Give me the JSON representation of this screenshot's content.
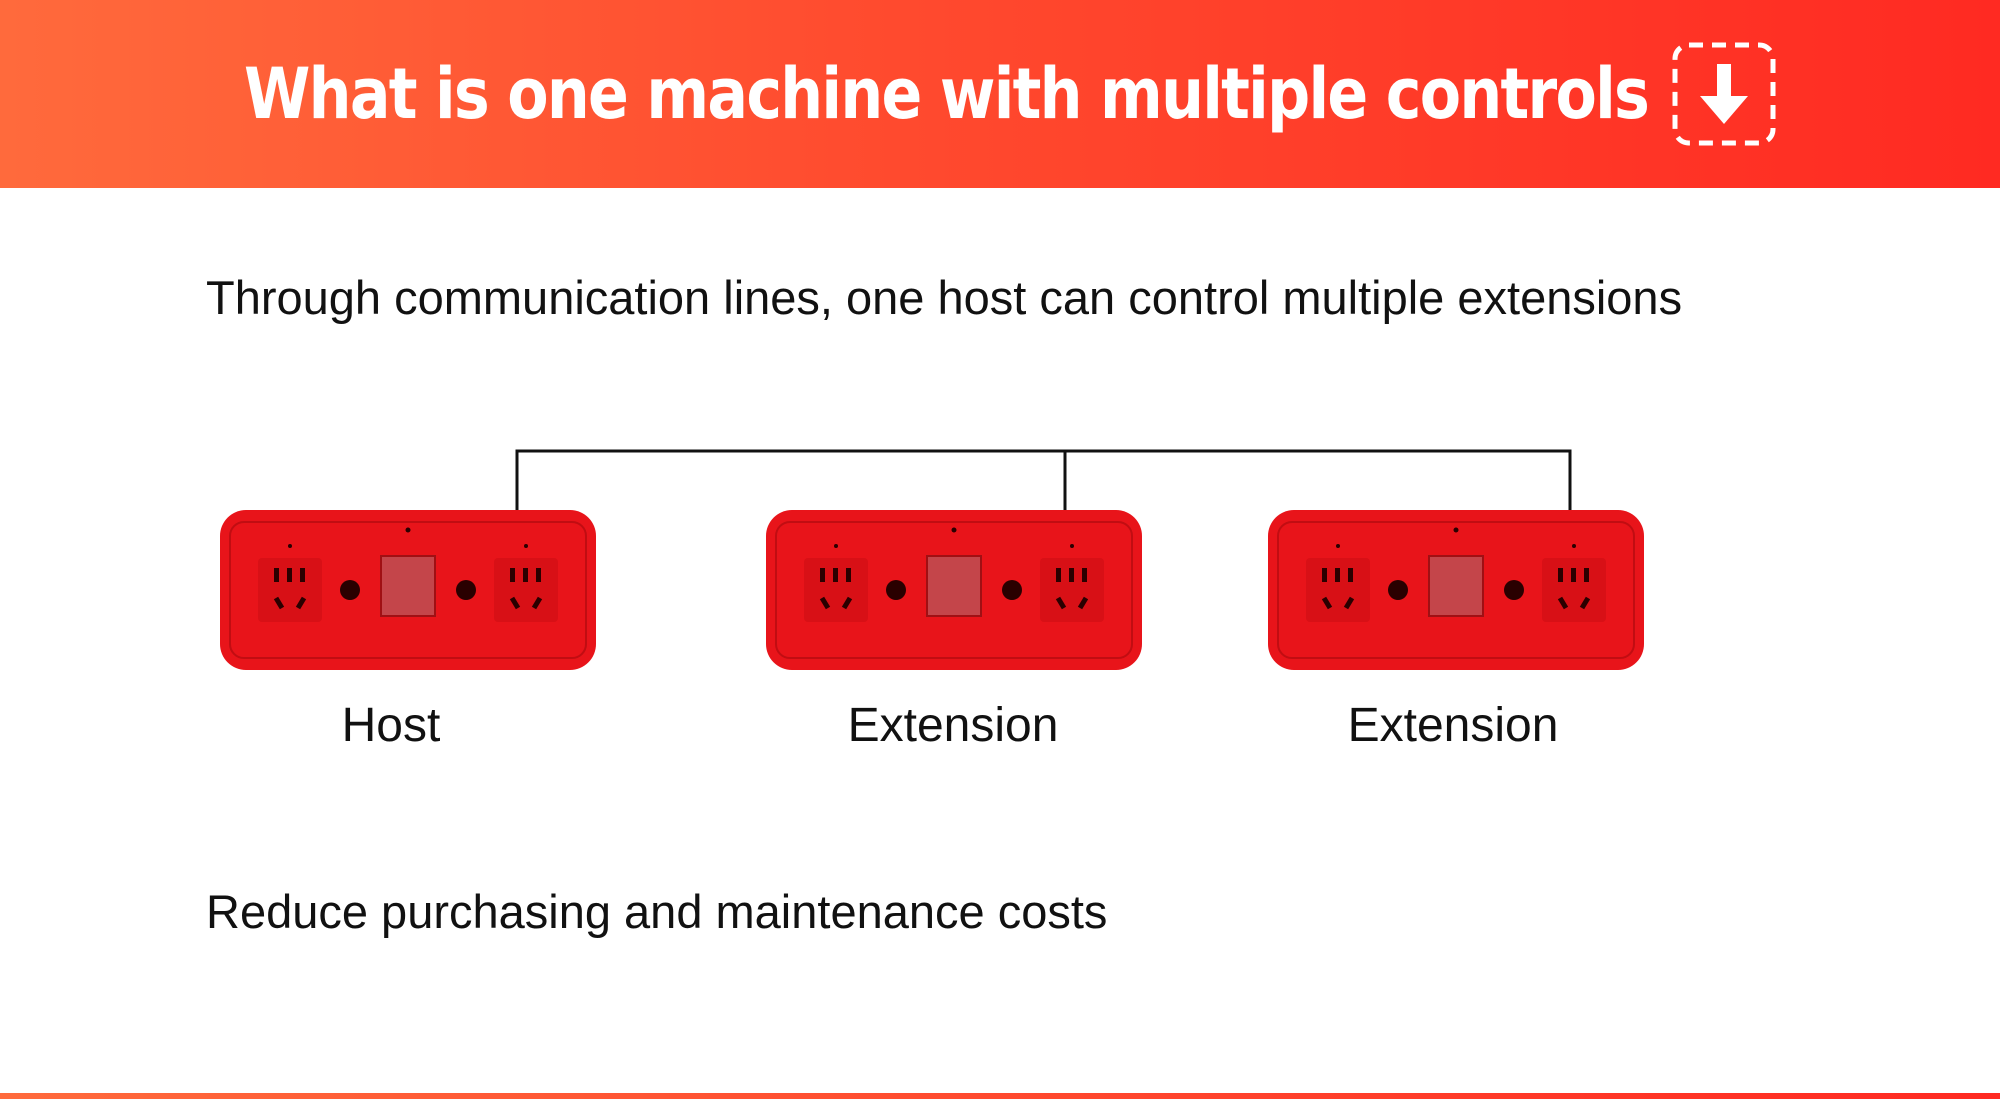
{
  "header": {
    "title": "What is one machine with multiple controls",
    "download_icon": "download-arrow-icon",
    "gradient_colors": [
      "#ff6a3c",
      "#ff2a22"
    ]
  },
  "subtitle": "Through communication lines, one host can control multiple extensions",
  "diagram": {
    "nodes": [
      {
        "label": "Host",
        "role": "host"
      },
      {
        "label": "Extension",
        "role": "extension"
      },
      {
        "label": "Extension",
        "role": "extension"
      }
    ],
    "device_color": "#e8141a"
  },
  "footer_text": "Reduce purchasing and maintenance costs"
}
